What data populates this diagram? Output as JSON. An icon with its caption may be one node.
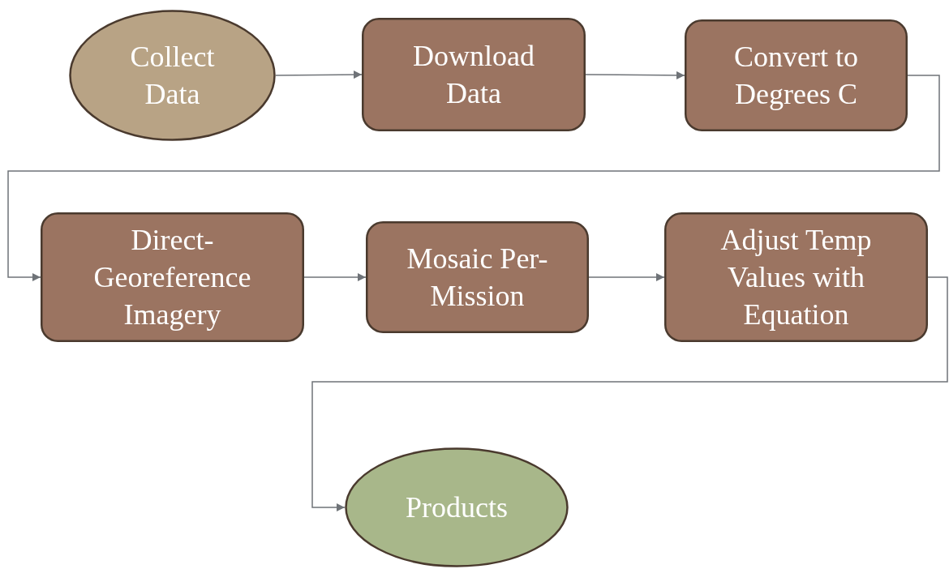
{
  "diagram": {
    "nodes": [
      {
        "text": [
          "Collect Data"
        ]
      },
      {
        "text": [
          "Download Data"
        ]
      },
      {
        "text": [
          "Convert to Degrees C"
        ]
      },
      {
        "text": [
          "Direct-Georeference Imagery"
        ]
      },
      {
        "text": [
          "Mosaic Per-Mission"
        ]
      },
      {
        "text": [
          "Adjust Temp Values with Equation"
        ]
      },
      {
        "text": [
          "Products"
        ]
      }
    ],
    "edges": [
      {
        "from": 0,
        "to": 1,
        "arrow": "to"
      },
      {
        "from": 1,
        "to": 2,
        "arrow": "to"
      },
      {
        "from": 2,
        "to": 3,
        "arrow": "to"
      },
      {
        "from": 3,
        "to": 4,
        "arrow": "to"
      },
      {
        "from": 4,
        "to": 5,
        "arrow": "to"
      },
      {
        "from": 5,
        "to": 6,
        "arrow": "to"
      }
    ]
  }
}
